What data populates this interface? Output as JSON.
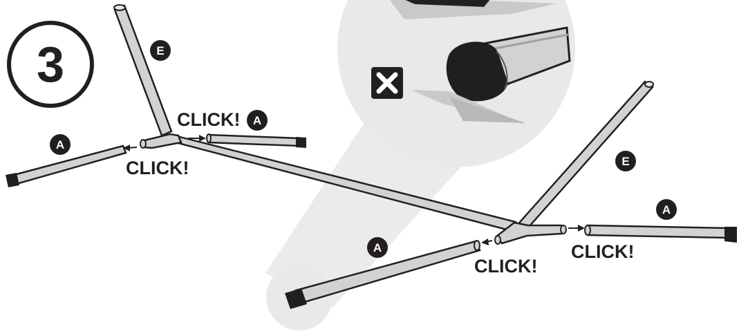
{
  "step": {
    "number": "3"
  },
  "parts": {
    "a": "A",
    "e": "E"
  },
  "callouts": {
    "click": "CLICK!"
  },
  "zoom": {
    "status_icon": "x-mark-icon",
    "status": "incorrect"
  },
  "colors": {
    "tube": "#d1d2d4",
    "outline": "#231f20",
    "cap": "#1f1f1f",
    "badge": "#231f20",
    "background": "#ffffff"
  }
}
